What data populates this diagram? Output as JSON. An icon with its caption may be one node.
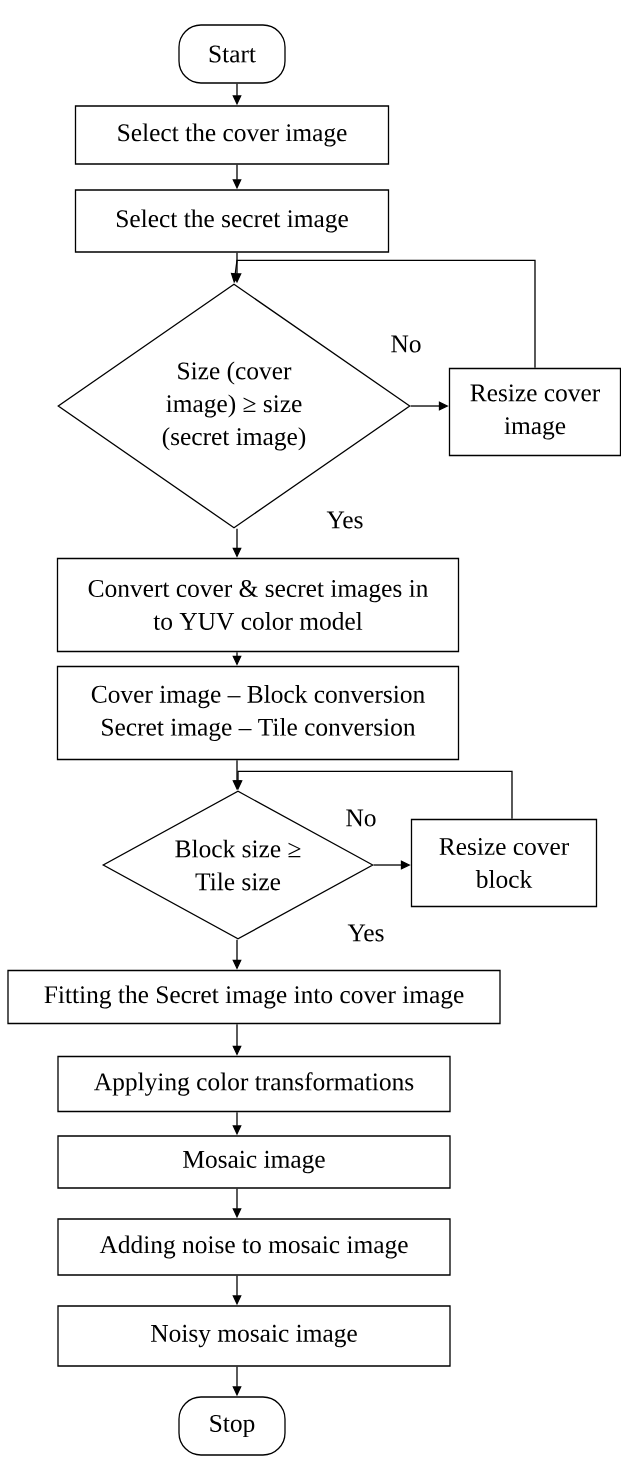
{
  "diagram": {
    "nodes": [
      {
        "text": [
          "Start"
        ]
      },
      {
        "text": [
          "Select the cover image"
        ]
      },
      {
        "text": [
          "Select the secret image"
        ]
      },
      {
        "text": [
          "Size (cover image) ≥ size (secret image)"
        ]
      },
      {
        "text": [
          "Resize cover image"
        ]
      },
      {
        "text": [
          "Convert cover & secret images in to YUV color model"
        ]
      },
      {
        "text": [
          "Cover image – Block conversion Secret image – Tile conversion"
        ]
      },
      {
        "text": [
          "Block size ≥ Tile size"
        ]
      },
      {
        "text": [
          "Resize cover block"
        ]
      },
      {
        "text": [
          "Fitting the Secret image into cover image"
        ]
      },
      {
        "text": [
          "Applying color transformations"
        ]
      },
      {
        "text": [
          "Mosaic image"
        ]
      },
      {
        "text": [
          "Adding noise to mosaic image"
        ]
      },
      {
        "text": [
          "Noisy mosaic image"
        ]
      },
      {
        "text": [
          "Stop"
        ]
      }
    ],
    "edges": [
      {
        "from": 0,
        "to": 1,
        "arrow": "to"
      },
      {
        "from": 1,
        "to": 2,
        "arrow": "to"
      },
      {
        "from": 2,
        "to": 3,
        "arrow": "to"
      },
      {
        "from": 3,
        "to": 4,
        "arrow": "to",
        "label": "No"
      },
      {
        "from": 4,
        "to": 3,
        "arrow": "to"
      },
      {
        "from": 3,
        "to": 5,
        "arrow": "to",
        "label": "Yes"
      },
      {
        "from": 5,
        "to": 6,
        "arrow": "to"
      },
      {
        "from": 6,
        "to": 7,
        "arrow": "to"
      },
      {
        "from": 7,
        "to": 8,
        "arrow": "to",
        "label": "No"
      },
      {
        "from": 8,
        "to": 7,
        "arrow": "to"
      },
      {
        "from": 7,
        "to": 9,
        "arrow": "to",
        "label": "Yes"
      },
      {
        "from": 9,
        "to": 10,
        "arrow": "to"
      },
      {
        "from": 10,
        "to": 11,
        "arrow": "to"
      },
      {
        "from": 11,
        "to": 12,
        "arrow": "to"
      },
      {
        "from": 12,
        "to": 13,
        "arrow": "to"
      },
      {
        "from": 13,
        "to": 14,
        "arrow": "to"
      }
    ]
  }
}
